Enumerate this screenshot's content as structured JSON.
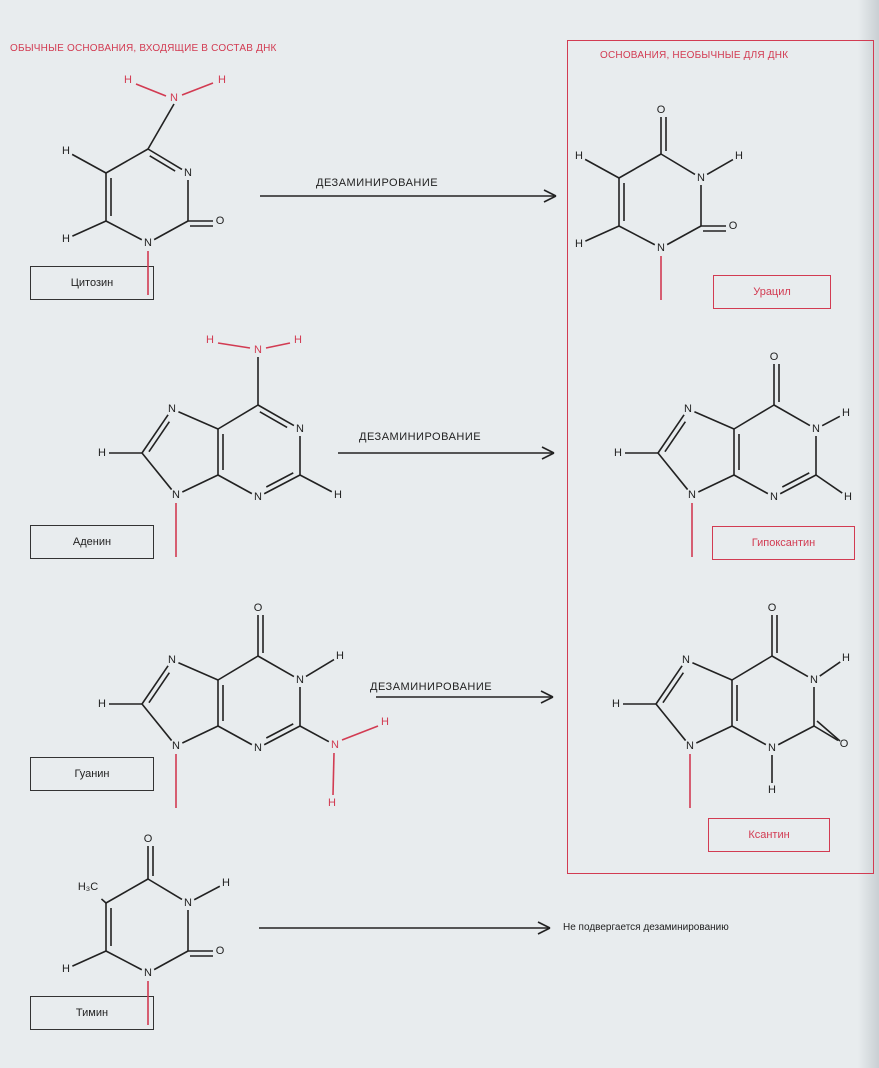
{
  "headers": {
    "usual": "ОБЫЧНЫЕ ОСНОВАНИЯ, ВХОДЯЩИЕ В СОСТАВ ДНК",
    "unusual": "ОСНОВАНИЯ, НЕОБЫЧНЫЕ ДЛЯ ДНК"
  },
  "reactions": {
    "deamination_label": "ДЕЗАМИНИРОВАНИЕ",
    "thymine_note": "Не подвергается дезаминированию"
  },
  "bases": {
    "cytosine": "Цитозин",
    "adenine": "Аденин",
    "guanine": "Гуанин",
    "thymine": "Тимин",
    "uracil": "Урацил",
    "hypoxanthine": "Гипоксантин",
    "xanthine": "Ксантин"
  },
  "atoms": {
    "H": "H",
    "N": "N",
    "O": "O",
    "CH3": "H₃C"
  },
  "colors": {
    "accent": "#d23b52",
    "ink": "#222222",
    "paper": "#e8ecee"
  }
}
